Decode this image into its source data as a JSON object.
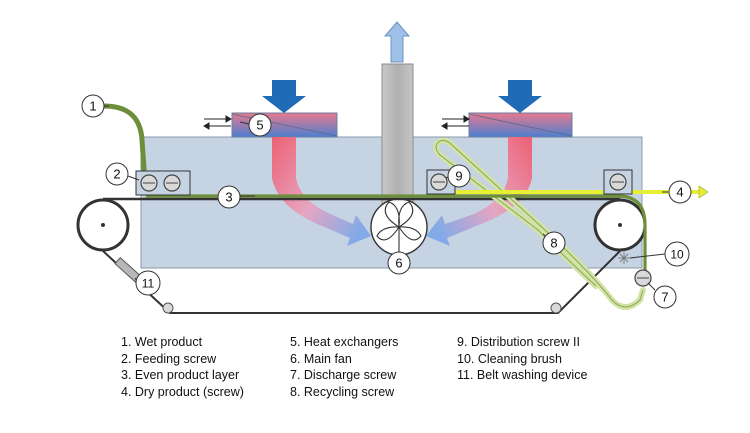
{
  "callouts": [
    "1",
    "2",
    "3",
    "4",
    "5",
    "6",
    "7",
    "8",
    "9",
    "10",
    "11"
  ],
  "legend": {
    "column_1": [
      "1. Wet product",
      "2. Feeding screw",
      "3. Even product layer",
      "4. Dry product (screw)"
    ],
    "column_2": [
      "5. Heat exchangers",
      "6. Main fan",
      "7. Discharge screw",
      "8. Recycling screw"
    ],
    "column_3": [
      "9. Distribution screw II",
      "10. Cleaning brush",
      "11. Belt washing device"
    ]
  },
  "colors": {
    "dryer_body": "#c5d3e3",
    "heat_exchanger_top": "#e8798f",
    "heat_exchanger_bottom": "#4c7fd0",
    "air_arrow_down": "#1f6bb5",
    "exhaust_arrow": "#9ec0e6",
    "chimney": "#b4b4b4",
    "product_layer": "#6e8f3a",
    "dry_product": "#e6ef34",
    "recycling_screw": "#d2e3a4",
    "belt": "#333333"
  }
}
